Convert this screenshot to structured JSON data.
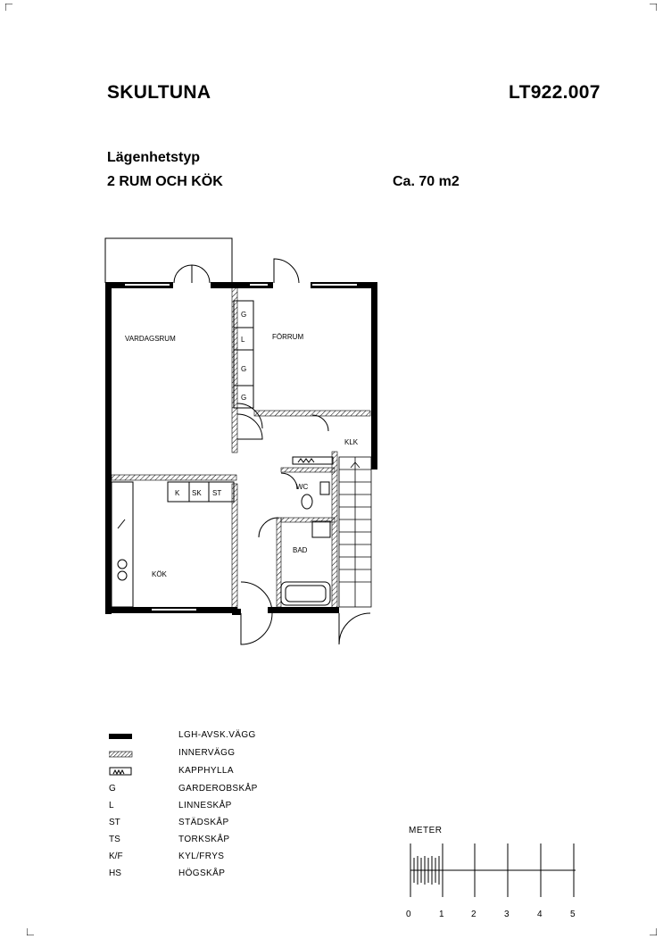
{
  "header": {
    "place": "SKULTUNA",
    "code": "LT922.007",
    "type_label": "Lägenhetstyp",
    "type_value": "2 RUM OCH KÖK",
    "area": "Ca. 70 m2"
  },
  "plan": {
    "rooms": {
      "bedroom": "VARDAGSRUM",
      "hall": "FÖRRUM",
      "klk": "KLK",
      "wc": "WC",
      "bath": "BAD",
      "kitchen": "KÖK"
    },
    "closets": [
      "G",
      "L",
      "G",
      "G"
    ],
    "kitchen_units": [
      "K",
      "SK",
      "ST"
    ]
  },
  "legend": [
    {
      "symbol": "wall-thick",
      "code": "",
      "text": "LGH-AVSK.VÄGG"
    },
    {
      "symbol": "wall-hatched",
      "code": "",
      "text": "INNERVÄGG"
    },
    {
      "symbol": "shelf",
      "code": "",
      "text": "KAPPHYLLA"
    },
    {
      "symbol": "text",
      "code": "G",
      "text": "GARDEROBSKÅP"
    },
    {
      "symbol": "text",
      "code": "L",
      "text": "LINNESKÅP"
    },
    {
      "symbol": "text",
      "code": "ST",
      "text": "STÄDSKÅP"
    },
    {
      "symbol": "text",
      "code": "TS",
      "text": "TORKSKÅP"
    },
    {
      "symbol": "text",
      "code": "K/F",
      "text": "KYL/FRYS"
    },
    {
      "symbol": "text",
      "code": "HS",
      "text": "HÖGSKÅP"
    }
  ],
  "scale": {
    "label": "METER",
    "ticks": [
      "0",
      "1",
      "2",
      "3",
      "4",
      "5"
    ]
  }
}
